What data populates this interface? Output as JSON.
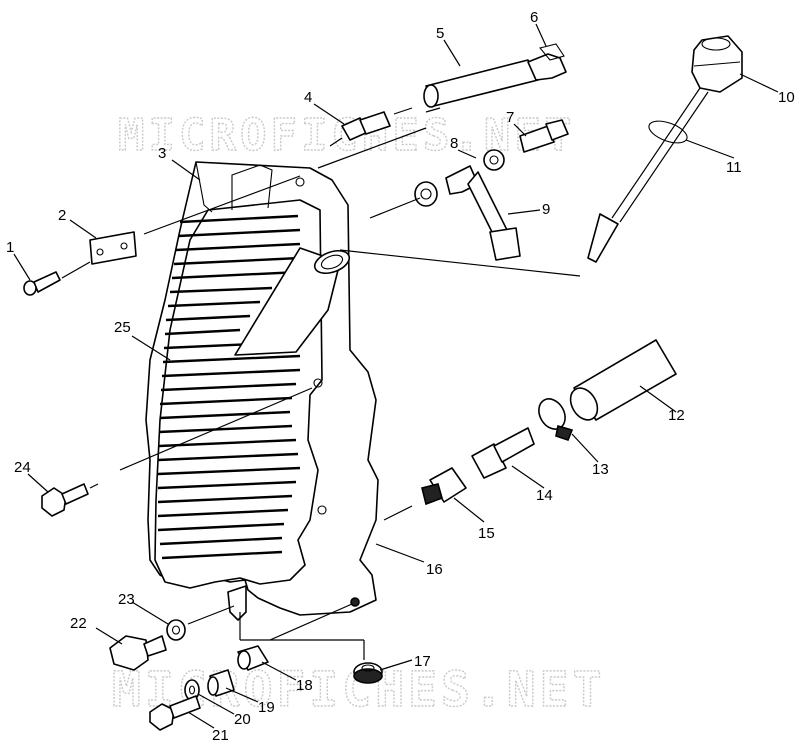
{
  "watermark_top": "MICROFICHES.NET",
  "watermark_bottom": "MICROFICHES.NET",
  "callouts": [
    {
      "id": "1",
      "label": "1"
    },
    {
      "id": "2",
      "label": "2"
    },
    {
      "id": "3",
      "label": "3"
    },
    {
      "id": "4",
      "label": "4"
    },
    {
      "id": "5",
      "label": "5"
    },
    {
      "id": "6",
      "label": "6"
    },
    {
      "id": "7",
      "label": "7"
    },
    {
      "id": "8",
      "label": "8"
    },
    {
      "id": "9",
      "label": "9"
    },
    {
      "id": "10",
      "label": "10"
    },
    {
      "id": "11",
      "label": "11"
    },
    {
      "id": "12",
      "label": "12"
    },
    {
      "id": "13",
      "label": "13"
    },
    {
      "id": "14",
      "label": "14"
    },
    {
      "id": "15",
      "label": "15"
    },
    {
      "id": "16",
      "label": "16"
    },
    {
      "id": "17",
      "label": "17"
    },
    {
      "id": "18",
      "label": "18"
    },
    {
      "id": "19",
      "label": "19"
    },
    {
      "id": "20",
      "label": "20"
    },
    {
      "id": "21",
      "label": "21"
    },
    {
      "id": "22",
      "label": "22"
    },
    {
      "id": "23",
      "label": "23"
    },
    {
      "id": "24",
      "label": "24"
    },
    {
      "id": "25",
      "label": "25"
    }
  ]
}
